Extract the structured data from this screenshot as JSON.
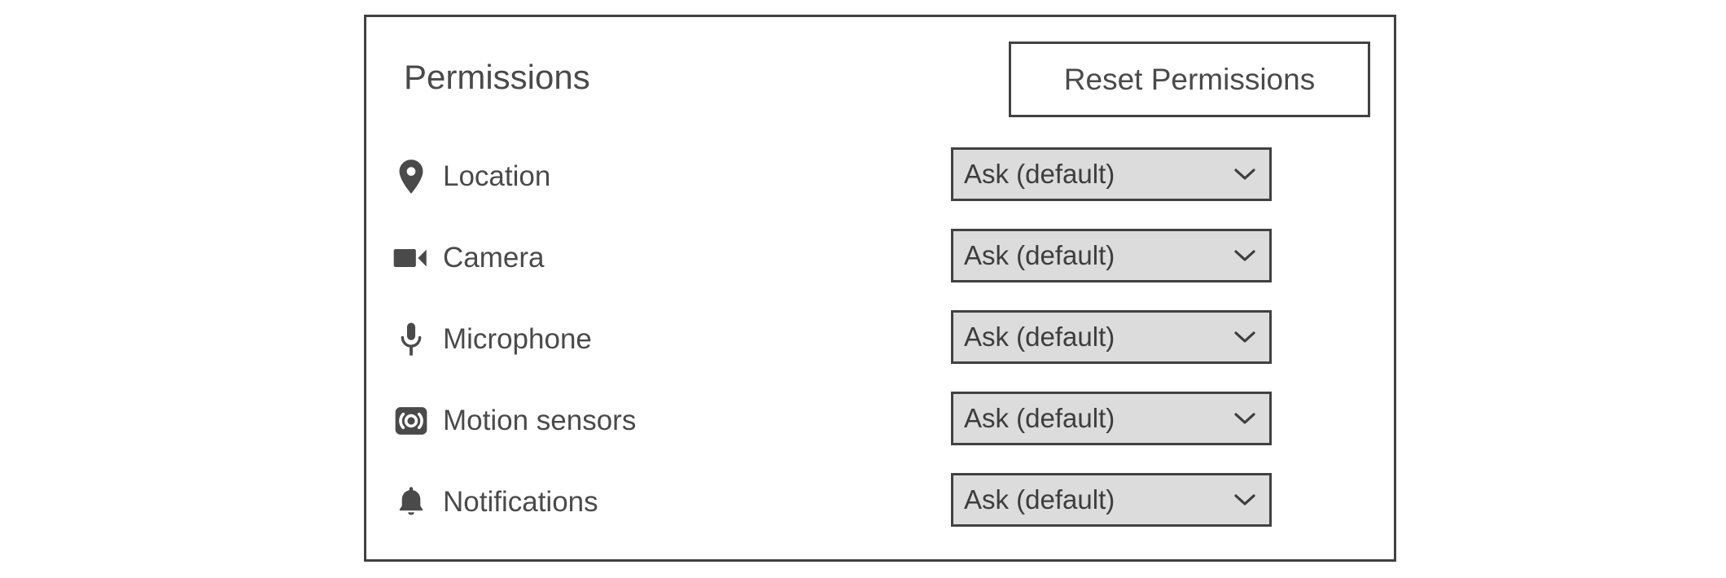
{
  "panel": {
    "title": "Permissions",
    "reset_button_label": "Reset Permissions",
    "border_color": "#414141",
    "background_color": "#ffffff",
    "text_color": "#4a4a4a"
  },
  "select_style": {
    "background_color": "#dcdcdc",
    "border_color": "#414141",
    "chevron_icon": "chevron-down-icon"
  },
  "permissions": [
    {
      "name": "Location",
      "icon": "location-pin-icon",
      "value": "Ask (default)"
    },
    {
      "name": "Camera",
      "icon": "video-camera-icon",
      "value": "Ask (default)"
    },
    {
      "name": "Microphone",
      "icon": "microphone-icon",
      "value": "Ask (default)"
    },
    {
      "name": "Motion sensors",
      "icon": "motion-sensors-icon",
      "value": "Ask (default)"
    },
    {
      "name": "Notifications",
      "icon": "bell-icon",
      "value": "Ask (default)"
    }
  ]
}
